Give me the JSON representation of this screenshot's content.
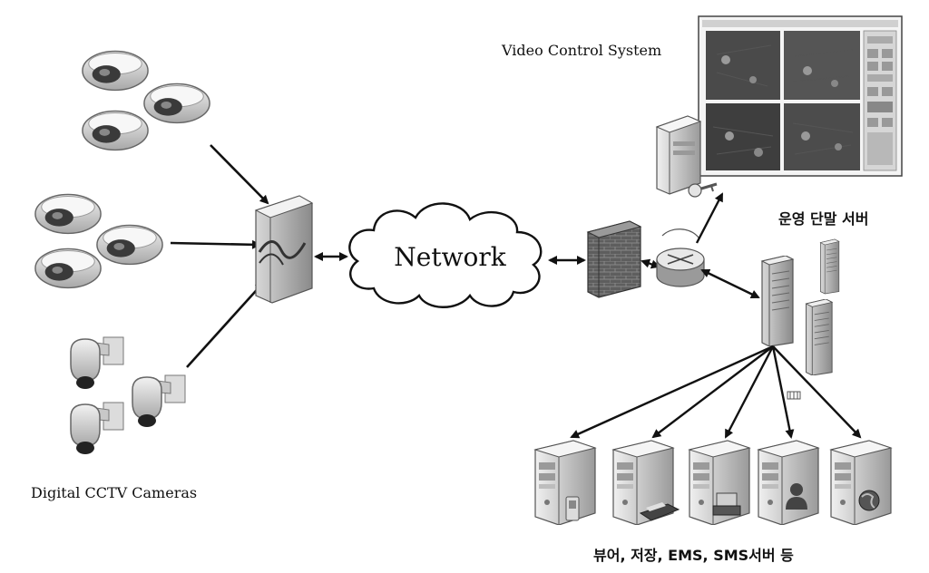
{
  "labels": {
    "video_control": "Video Control System",
    "network": "Network",
    "ops_server": "운영 단말 서버",
    "cameras": "Digital CCTV Cameras",
    "servers": "뷰어, 저장, EMS, SMS서버 등"
  },
  "colors": {
    "line": "#111111",
    "device_light": "#e6e6e6",
    "device_mid": "#b5b5b5",
    "device_dark": "#6e6e6e",
    "screen_dark": "#3a3a3a"
  },
  "icons": [
    "dome-camera-icon",
    "ptz-camera-icon",
    "network-switch-icon",
    "cloud-icon",
    "firewall-icon",
    "router-icon",
    "server-icon",
    "tower-server-icon",
    "monitor-icon",
    "key-icon",
    "printer-icon",
    "user-icon",
    "globe-icon",
    "phone-icon",
    "scanner-icon"
  ]
}
